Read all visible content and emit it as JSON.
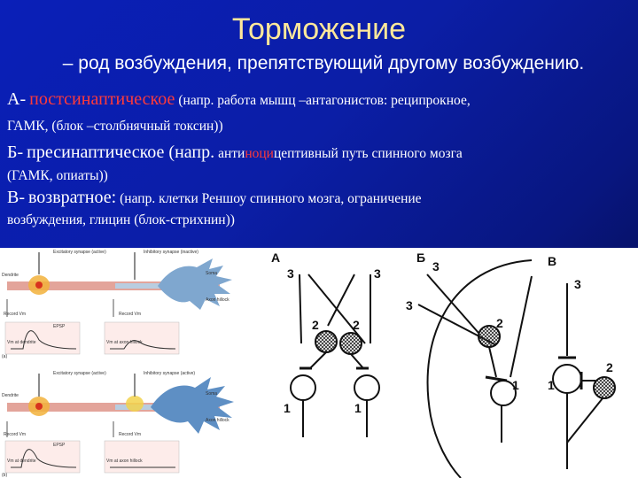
{
  "slide": {
    "title": "Торможение",
    "subtitle": "– род возбуждения, препятствующий другому возбуждению.",
    "items": [
      {
        "letter": "А-",
        "name": "постсинаптическое",
        "desc1": "(напр. работа мышц –антагонистов: реципрокное,",
        "desc2": "ГАМК, (блок –столбнячный токсин))"
      },
      {
        "letter": "Б-",
        "name": "пресинаптическое (напр.",
        "desc1a": "анти",
        "desc1b": "ноци",
        "desc1c": "цептивный путь спинного мозга",
        "desc2": "(ГАМК, опиаты))"
      },
      {
        "letter": "В-",
        "name": "возвратное:",
        "desc1": "(напр. клетки Реншоу спинного мозга, ограничение",
        "desc2": "возбуждения, глицин (блок-стрихнин))"
      }
    ]
  },
  "figure": {
    "panel_labels": [
      "А",
      "Б",
      "В"
    ],
    "neuron_labels": {
      "a": [
        "3",
        "3",
        "2",
        "2",
        "1",
        "1"
      ],
      "b": [
        "3",
        "3",
        "2",
        "1"
      ],
      "c": [
        "3",
        "1",
        "2"
      ]
    },
    "left_panel_texts": {
      "top": [
        "Excitatory synapse (active)",
        "Inhibitory synapse (inactive)",
        "Soma",
        "Axon hillock",
        "Dendrite",
        "Record Vm",
        "EPSP",
        "Vm at axon hillock",
        "Vm at dendrite",
        "Record Vm",
        "(a)"
      ],
      "bottom": [
        "Excitatory synapse (active)",
        "Inhibitory synapse (active)",
        "Soma",
        "Axon hillock",
        "Dendrite",
        "Record Vm",
        "EPSP",
        "Vm at axon hillock",
        "Vm at dendrite",
        "Record Vm",
        "(b)"
      ]
    }
  }
}
